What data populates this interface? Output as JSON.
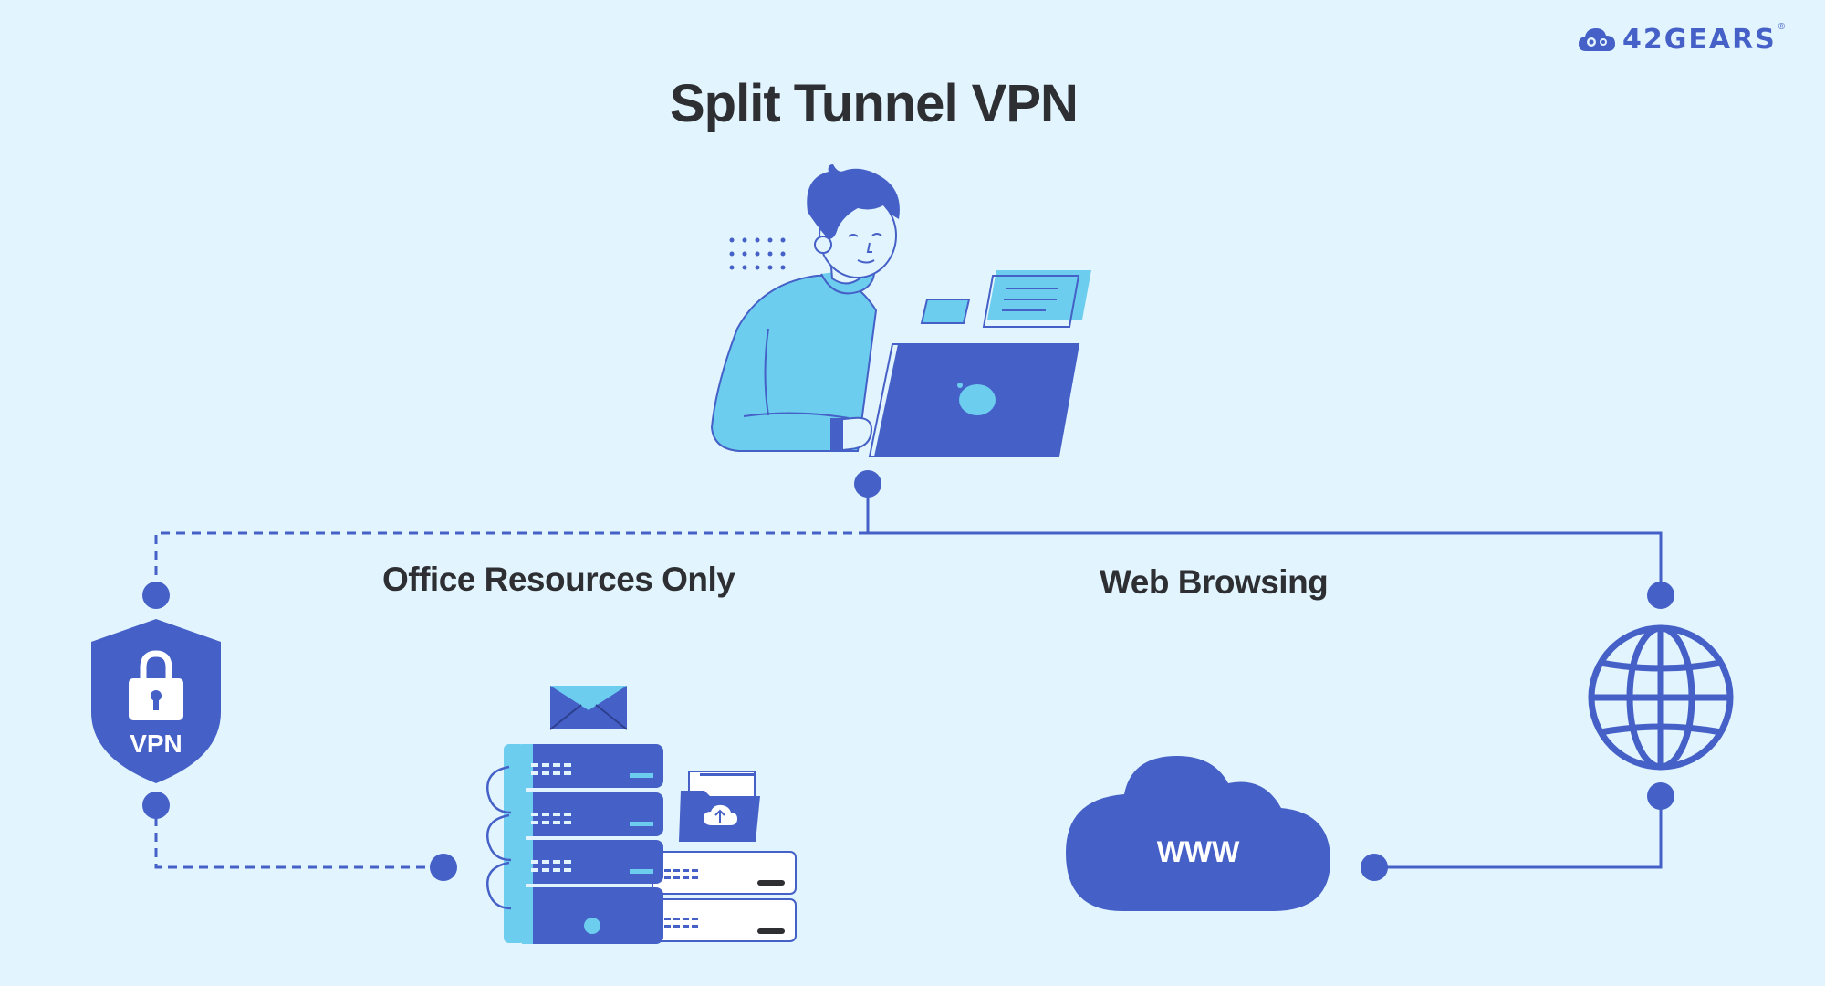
{
  "title": "Split Tunnel VPN",
  "brand": {
    "name": "42GEARS",
    "registered": "®"
  },
  "paths": {
    "vpn_path": {
      "label": "Office Resources Only",
      "line_style": "dashed"
    },
    "direct_path": {
      "label": "Web Browsing",
      "line_style": "solid"
    }
  },
  "nodes": {
    "vpn_shield": {
      "text": "VPN"
    },
    "cloud": {
      "text": "WWW"
    }
  },
  "colors": {
    "background": "#e2f4fd",
    "primary": "#4560c7",
    "accent": "#6ccdee",
    "text": "#2d2f33"
  }
}
